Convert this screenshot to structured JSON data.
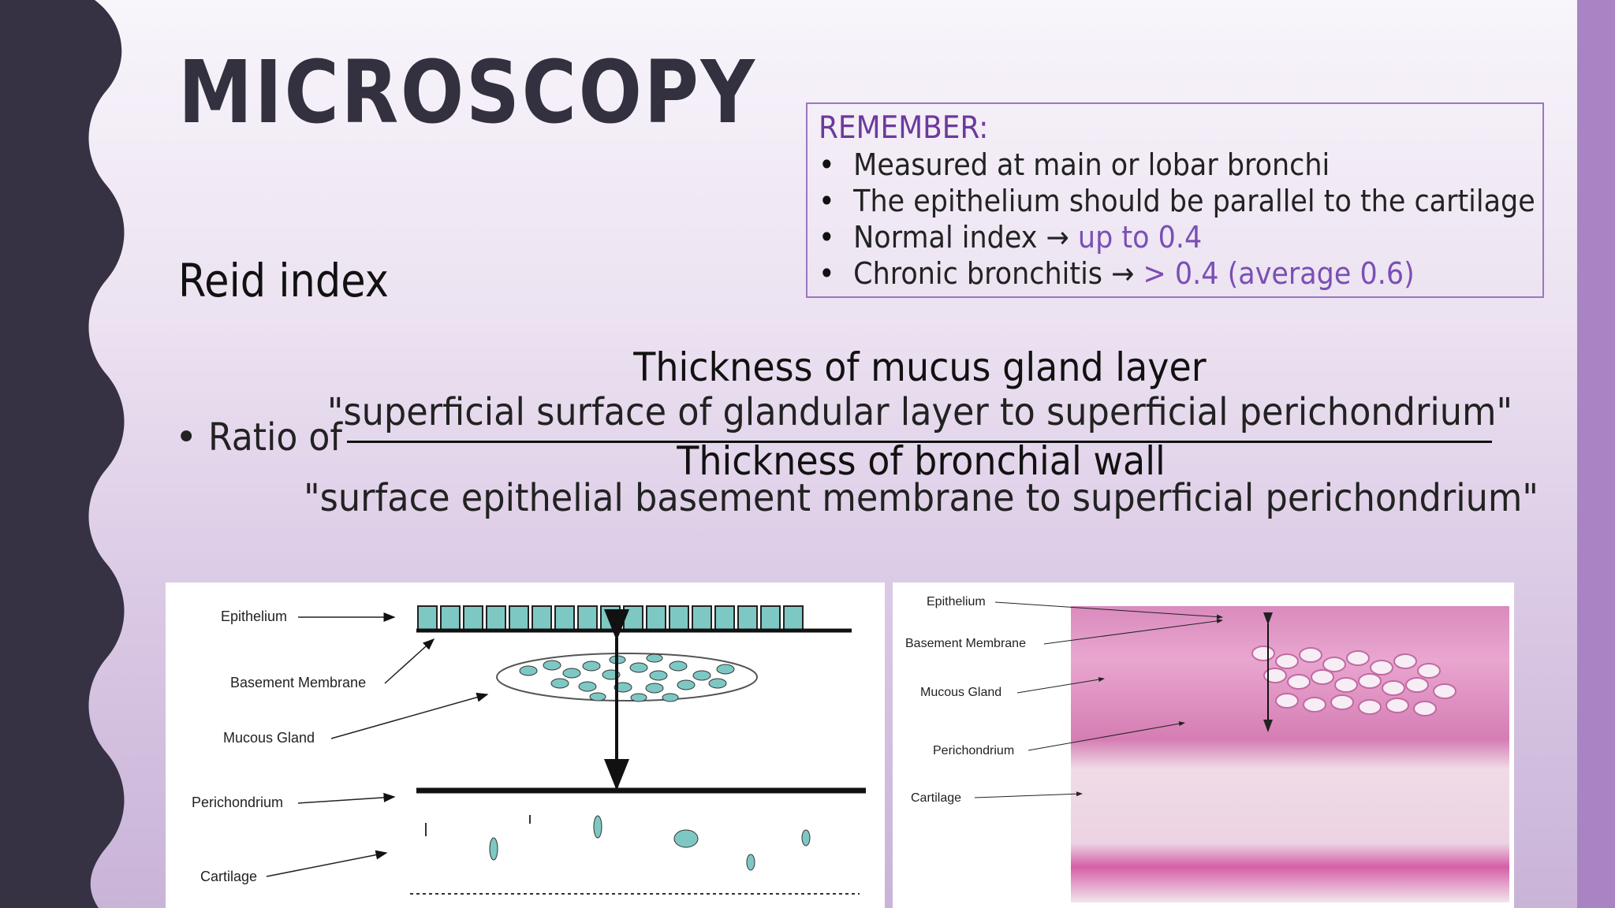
{
  "slide": {
    "title": "MICROSCOPY",
    "subtitle": "Reid index",
    "colors": {
      "left_band": "#363244",
      "right_band": "#a884c4",
      "accent": "#7a4fb5"
    }
  },
  "remember": {
    "heading": "REMEMBER:",
    "items": [
      {
        "text": "Measured at main or lobar bronchi",
        "highlight": ""
      },
      {
        "text": "The epithelium should be parallel to the cartilage",
        "highlight": ""
      },
      {
        "text": "Normal index → ",
        "highlight": "up to 0.4"
      },
      {
        "text": "Chronic bronchitis → ",
        "highlight": "> 0.4 (average 0.6)"
      }
    ]
  },
  "formula": {
    "bullet": "•",
    "lead": "Ratio of",
    "numerator_title": "Thickness of mucus gland layer",
    "numerator_desc": "\"superficial surface of glandular layer to superficial perichondrium\"",
    "denominator_title": "Thickness of bronchial wall",
    "denominator_desc": "\"surface epithelial basement membrane to superficial perichondrium\""
  },
  "diagram_left": {
    "labels": {
      "epithelium": "Epithelium",
      "basement": "Basement Membrane",
      "gland": "Mucous Gland",
      "perichondrium": "Perichondrium",
      "cartilage": "Cartilage"
    }
  },
  "diagram_right": {
    "labels": {
      "epithelium": "Epithelium",
      "basement": "Basement Membrane",
      "gland": "Mucous Gland",
      "perichondrium": "Perichondrium",
      "cartilage": "Cartilage"
    }
  }
}
